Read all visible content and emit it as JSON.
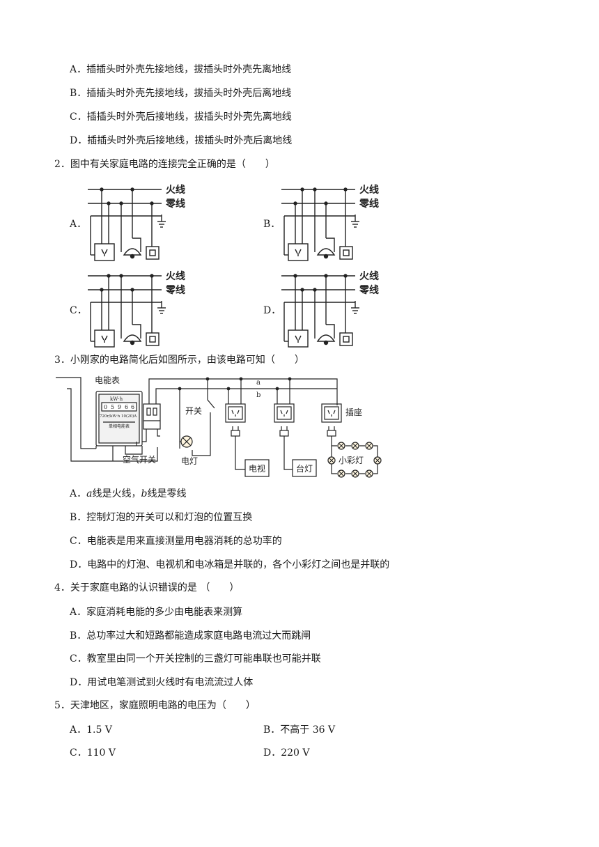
{
  "q1": {
    "options": [
      "A．插插头时外壳先接地线，拔插头时外壳先离地线",
      "B．插插头时外壳先接地线，拔插头时外壳后离地线",
      "C．插插头时外壳后接地线，拔插头时外壳先离地线",
      "D．插插头时外壳后接地线，拔插头时外壳后离地线"
    ]
  },
  "q2": {
    "stem": "2．图中有关家庭电路的连接完全正确的是（　　）",
    "option_labels": [
      "A．",
      "B．",
      "C．",
      "D．"
    ],
    "live_wire": "火线",
    "neutral_wire": "零线"
  },
  "q3": {
    "stem": "3．小刚家的电路简化后如图所示，由该电路可知（　　）",
    "figure": {
      "meter": "电能表",
      "meter_unit": "kW·h",
      "meter_digits": [
        "0",
        "5",
        "9",
        "6",
        "6"
      ],
      "meter_spec": "720r/kW·h  10(20)A",
      "meter_name": "单相电能表",
      "air_switch": "空气开关",
      "switch": "开关",
      "lamp": "电灯",
      "tv": "电视",
      "desk_lamp": "台灯",
      "socket": "插座",
      "color_lights": "小彩灯",
      "wire_a": "a",
      "wire_b": "b"
    },
    "options": {
      "a_prefix": "A．",
      "a_var1": "a",
      "a_mid": "线是火线，",
      "a_var2": "b",
      "a_end": "线是零线",
      "b": "B．控制灯泡的开关可以和灯泡的位置互换",
      "c": "C．电能表是用来直接测量用电器消耗的总功率的",
      "d": "D．电路中的灯泡、电视机和电冰箱是并联的，各个小彩灯之间也是并联的"
    }
  },
  "q4": {
    "stem": "4．关于家庭电路的认识错误的是 （　　）",
    "options": [
      "A．家庭消耗电能的多少由电能表来测算",
      "B．总功率过大和短路都能造成家庭电路电流过大而跳闸",
      "C．教室里由同一个开关控制的三盏灯可能串联也可能并联",
      "D．用试电笔测试到火线时有电流流过人体"
    ]
  },
  "q5": {
    "stem": "5．天津地区，家庭照明电路的电压为（　　）",
    "options": [
      "A．1.5 V",
      "B．不高于  36 V",
      "C．110 V",
      "D．220 V"
    ]
  }
}
